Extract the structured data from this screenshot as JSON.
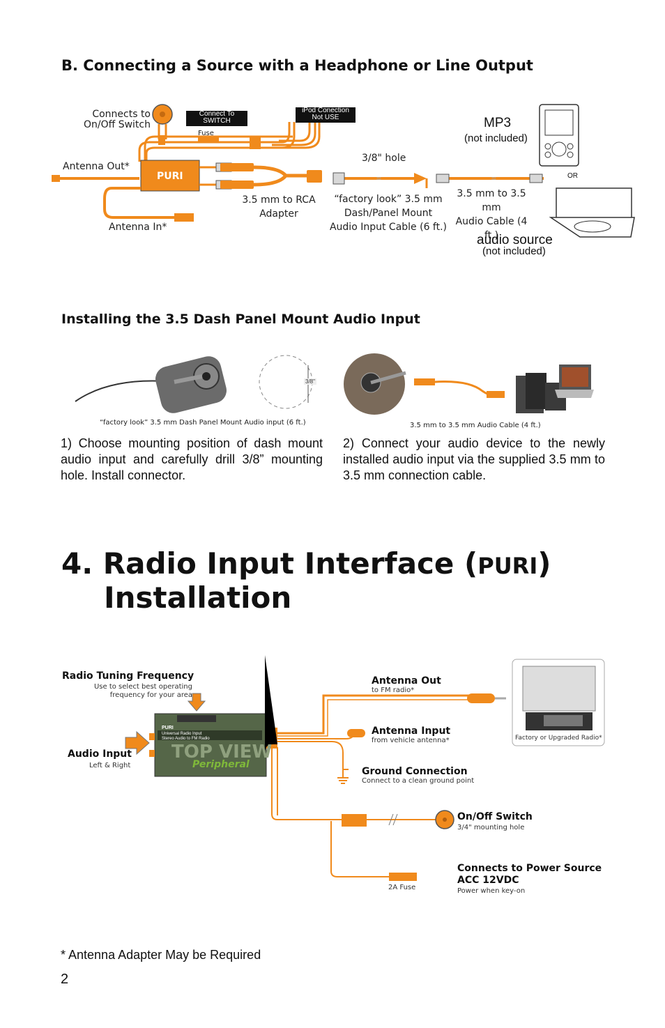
{
  "section_b": {
    "title": "B. Connecting a Source with a Headphone or Line Output",
    "labels": {
      "connects_to": "Connects to",
      "on_off_switch": "On/Off Switch",
      "connect_to": "Connect  To",
      "switch": "SWITCH",
      "fuse": "Fuse",
      "ipod_line1": "iPod Conection",
      "ipod_line2": "Not USE",
      "antenna_out": "Antenna Out*",
      "puri": "PURI",
      "antenna_in": "Antenna In*",
      "rca_line1": "3.5 mm to RCA",
      "rca_line2": "Adapter",
      "hole": "3/8\" hole",
      "factory_line1": "“factory  look” 3.5 mm",
      "factory_line2": "Dash/Panel Mount",
      "factory_line3": "Audio Input Cable (6 ft.)",
      "cable_line1": "3.5 mm  to 3.5 mm",
      "cable_line2": "Audio Cable (4 ft.)",
      "mp3": "MP3",
      "not_included": "(not included)",
      "or": "OR",
      "audio_source": "audio source",
      "not_included_2": "(not included)"
    }
  },
  "install": {
    "title": "Installing the 3.5 Dash Panel Mount Audio Input",
    "caption_left": "“factory look” 3.5 mm Dash Panel Mount Audio input (6 ft.)",
    "caption_right": "3.5 mm  to 3.5 mm  Audio Cable (4 ft.)",
    "dimension": "3/8\"",
    "step1": "1) Choose mounting position of dash mount audio input and carefully drill 3/8” mounting hole.  Install connector.",
    "step2": "2) Connect your audio device to the newly installed audio input via the supplied 3.5 mm to 3.5 mm connection cable."
  },
  "heading": {
    "prefix": "4. Radio Input Interface (",
    "puri": "PURI",
    "suffix": ")",
    "line2": "Installation"
  },
  "diagram2": {
    "tuning_title": "Radio Tuning Frequency",
    "tuning_sub1": "Use to select best operating",
    "tuning_sub2": "frequency for your area",
    "audio_input": "Audio Input",
    "left_right": "Left & Right",
    "device_brand": "PURI",
    "device_line1": "Universal Radio Input",
    "device_line2": "Stereo Audio to FM Radio",
    "device_top_view": "TOP VIEW",
    "device_peripheral": "Peripheral",
    "antenna_out": "Antenna Out",
    "antenna_out_sub": "to FM radio*",
    "antenna_input": "Antenna  Input",
    "antenna_input_sub": "from vehicle antenna*",
    "ground": "Ground Connection",
    "ground_sub": "Connect to a clean ground point",
    "switch": "On/Off Switch",
    "switch_sub": "3/4\" mounting hole",
    "power_line1": "Connects to Power Source",
    "power_line2": "ACC 12VDC",
    "power_sub": "Power when key-on",
    "fuse": "2A Fuse",
    "radio_caption": "Factory or  Upgraded Radio*"
  },
  "footnote": "* Antenna Adapter May be Required",
  "page_number": "2",
  "colors": {
    "orange": "#F08A1C",
    "dark": "#111111",
    "gray": "#6b6b6b"
  }
}
